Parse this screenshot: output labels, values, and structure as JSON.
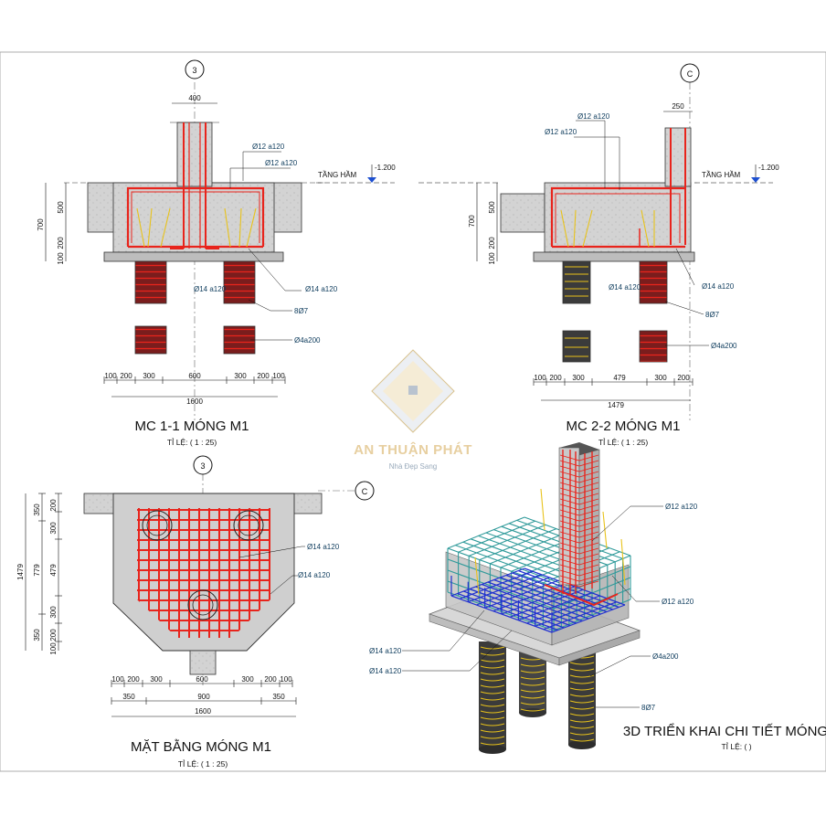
{
  "watermark": {
    "brand": "AN THUẬN PHÁT",
    "tagline": "Nhà Đẹp Sang"
  },
  "level": {
    "label": "TẦNG HẦM",
    "value": "-1.200"
  },
  "grid": {
    "a": "3",
    "b": "C"
  },
  "section1": {
    "title": "MC 1-1 MÓNG M1",
    "scale": "TỈ LỆ: ( 1 : 25)",
    "col_width": "400",
    "bar_top1": "Ø12 a120",
    "bar_top2": "Ø12 a120",
    "bar_bottom": "Ø14 a120",
    "bar_bottom2": "Ø14 a120",
    "main_bar": "8Ø7",
    "stirrup": "Ø4a200",
    "height_total": "700",
    "height_upper": "500",
    "height_mid": "200",
    "height_lean": "100",
    "dims": [
      "100",
      "200",
      "300",
      "600",
      "300",
      "200",
      "100"
    ],
    "total": "1600"
  },
  "section2": {
    "title": "MC 2-2 MÓNG M1",
    "scale": "TỈ LỆ: ( 1 : 25)",
    "col_width": "250",
    "bar_top1": "Ø12 a120",
    "bar_top2": "Ø12 a120",
    "bar_bottom": "Ø14 a120",
    "bar_bottom2": "Ø14 a120",
    "main_bar": "8Ø7",
    "stirrup": "Ø4a200",
    "height_total": "700",
    "height_upper": "500",
    "height_mid": "200",
    "height_lean": "100",
    "dims": [
      "100",
      "200",
      "300",
      "479",
      "300",
      "200"
    ],
    "total": "1479"
  },
  "plan": {
    "title": "MẶT BẰNG MÓNG M1",
    "scale": "TỈ LỆ: ( 1 : 25)",
    "bar1": "Ø14 a120",
    "bar2": "Ø14 a120",
    "v_total": "1479",
    "v_dims_outer": [
      "350",
      "779",
      "350"
    ],
    "v_dims_inner": [
      "200",
      "300",
      "479",
      "300",
      "200",
      "100"
    ],
    "h_dims_top": [
      "100",
      "200",
      "300",
      "600",
      "300",
      "200",
      "100"
    ],
    "h_dims_mid": [
      "350",
      "900",
      "350"
    ],
    "h_total": "1600"
  },
  "iso": {
    "title": "3D TRIỂN KHAI CHI TIẾT MÓNG",
    "scale": "TỈ LỆ: ( )",
    "bar_a": "Ø12 a120",
    "bar_b": "Ø12 a120",
    "bar_c": "Ø14 a120",
    "bar_d": "Ø14 a120",
    "stirrup": "Ø4a200",
    "main_bar": "8Ø7"
  },
  "colors": {
    "rebar_red": "#e8241c",
    "rebar_blue": "#2030d0",
    "rebar_teal": "#2f9a9a",
    "rebar_yellow": "#e8c21a",
    "concrete": "#cfcfcf",
    "pile": "#3a3a3a"
  }
}
